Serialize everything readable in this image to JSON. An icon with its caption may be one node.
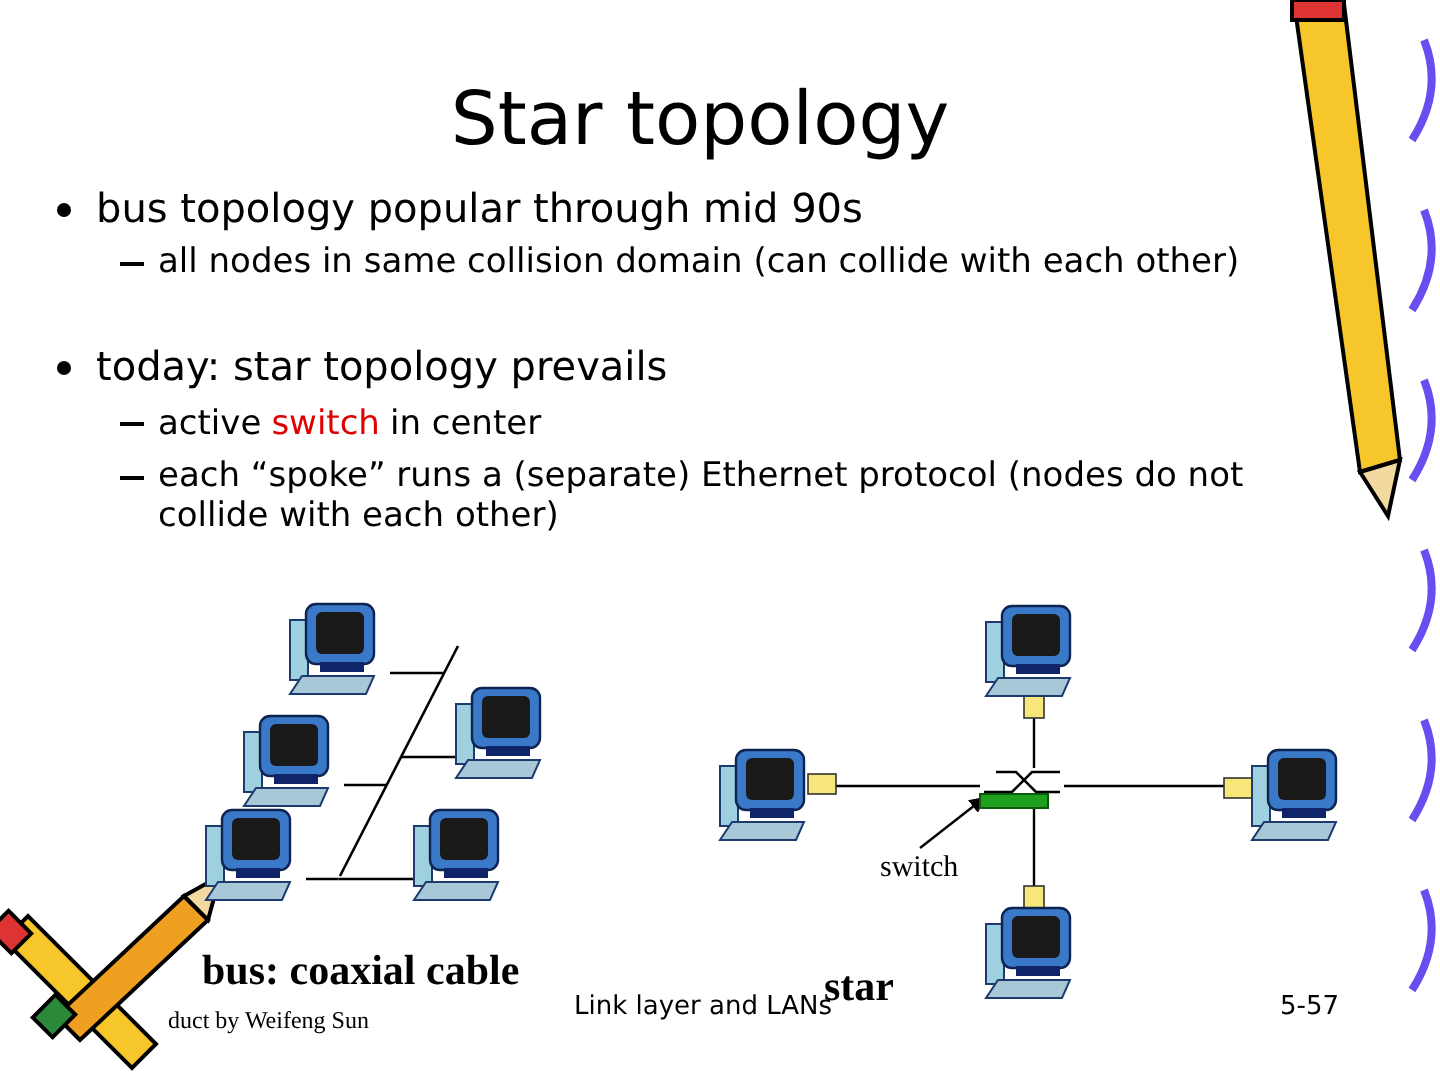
{
  "diagram": {
    "title": "Star topology",
    "nodes": [
      {
        "text": [],
        "shape": "computer"
      },
      {
        "text": [],
        "shape": "computer"
      },
      {
        "text": [],
        "shape": "computer"
      },
      {
        "text": [],
        "shape": "computer"
      },
      {
        "text": [],
        "shape": "computer"
      },
      {
        "text": [],
        "shape": "line"
      },
      {
        "text": [],
        "shape": "computer"
      },
      {
        "text": [],
        "shape": "computer"
      },
      {
        "text": [],
        "shape": "bar"
      },
      {
        "text": [],
        "shape": "computer"
      },
      {
        "text": [
          "switch"
        ]
      },
      {
        "text": [],
        "shape": "computer"
      }
    ],
    "edges": [
      {
        "from": 0,
        "to": 5,
        "arrow": "none"
      },
      {
        "from": 1,
        "to": 5,
        "arrow": "none"
      },
      {
        "from": 2,
        "to": 5,
        "arrow": "none"
      },
      {
        "from": 3,
        "to": 5,
        "arrow": "none"
      },
      {
        "from": 4,
        "to": 5,
        "arrow": "none"
      },
      {
        "from": 6,
        "to": 8,
        "arrow": "none"
      },
      {
        "from": 7,
        "to": 8,
        "arrow": "none"
      },
      {
        "from": 9,
        "to": 8,
        "arrow": "none"
      },
      {
        "from": 11,
        "to": 8,
        "arrow": "none"
      },
      {
        "from": 10,
        "to": 8,
        "arrow": "to"
      }
    ],
    "labels": [
      "bus topology popular through mid 90s",
      "all nodes in same collision domain (can collide with each other)",
      "today: star topology prevails",
      "active",
      "switch",
      "in center",
      "each “spoke” runs a (separate) Ethernet protocol (nodes do not collide with each other)",
      "bus: coaxial cable",
      "star",
      "Link layer and LANs",
      "duct by Weifeng Sun",
      "5-57"
    ]
  }
}
